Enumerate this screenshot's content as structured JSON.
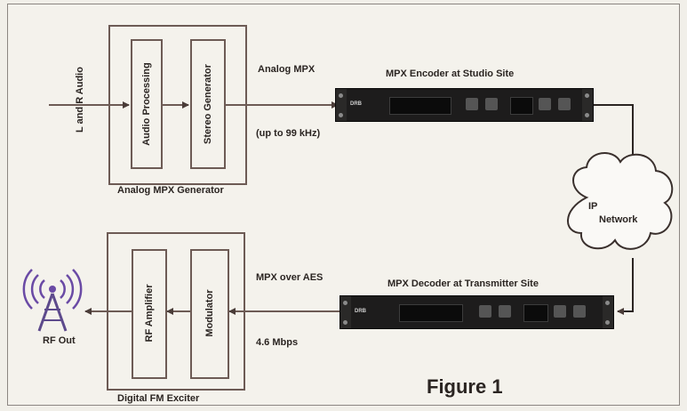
{
  "labels": {
    "l_and_r_audio": "L and R Audio",
    "audio_processing": "Audio Processing",
    "stereo_generator": "Stereo Generator",
    "analog_mpx_generator": "Analog MPX Generator",
    "analog_mpx": "Analog MPX",
    "up_to_99khz": "(up to 99 kHz)",
    "mpx_encoder": "MPX Encoder at Studio Site",
    "ip": "IP",
    "network": "Network",
    "mpx_decoder": "MPX Decoder at Transmitter Site",
    "mpx_over_aes": "MPX over AES",
    "rate": "4.6 Mbps",
    "rf_amplifier": "RF Amplifier",
    "modulator": "Modulator",
    "digital_fm_exciter": "Digital FM Exciter",
    "rf_out": "RF Out",
    "figure": "Figure 1"
  },
  "colors": {
    "line": "#6d5b55",
    "antenna": "#6a4aa5",
    "rack": "#1d1c1c"
  }
}
